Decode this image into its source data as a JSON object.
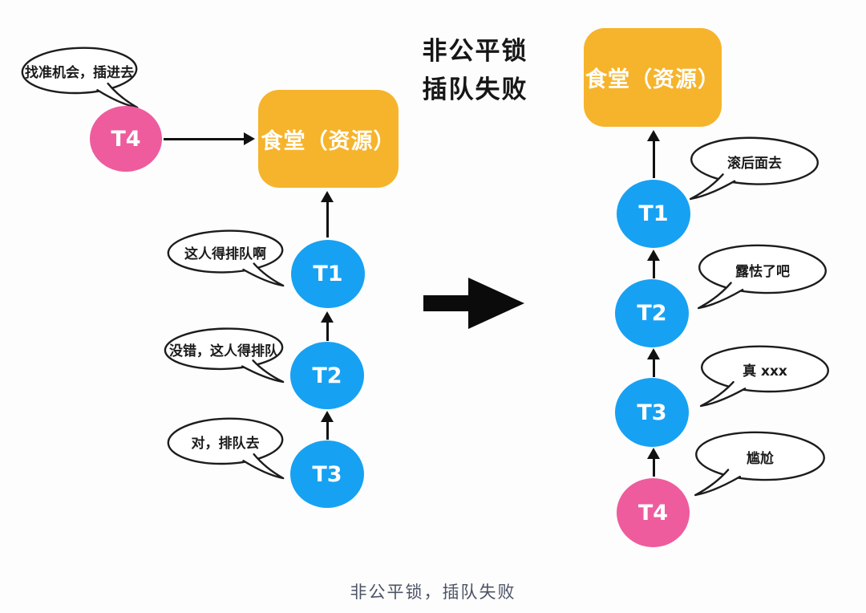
{
  "title": {
    "line1": "非公平锁",
    "line2": "插队失败"
  },
  "caption": "非公平锁，插队失败",
  "colors": {
    "resource_orange": "#F6B42C",
    "thread_blue": "#17A1F3",
    "thread_pink": "#EE5C9D",
    "arrow_black": "#111111",
    "caption_gray": "#4B5364"
  },
  "left": {
    "resource_label": "食堂（资源）",
    "t4": {
      "label": "T4",
      "bubble": "找准机会，插进去"
    },
    "queue": [
      {
        "label": "T1",
        "bubble": "这人得排队啊"
      },
      {
        "label": "T2",
        "bubble": "没错，这人得排队"
      },
      {
        "label": "T3",
        "bubble": "对，排队去"
      }
    ]
  },
  "right": {
    "resource_label": "食堂（资源）",
    "queue": [
      {
        "label": "T1",
        "bubble": "滚后面去"
      },
      {
        "label": "T2",
        "bubble": "露怯了吧"
      },
      {
        "label": "T3",
        "bubble": "真 xxx"
      },
      {
        "label": "T4",
        "bubble": "尴尬"
      }
    ]
  }
}
